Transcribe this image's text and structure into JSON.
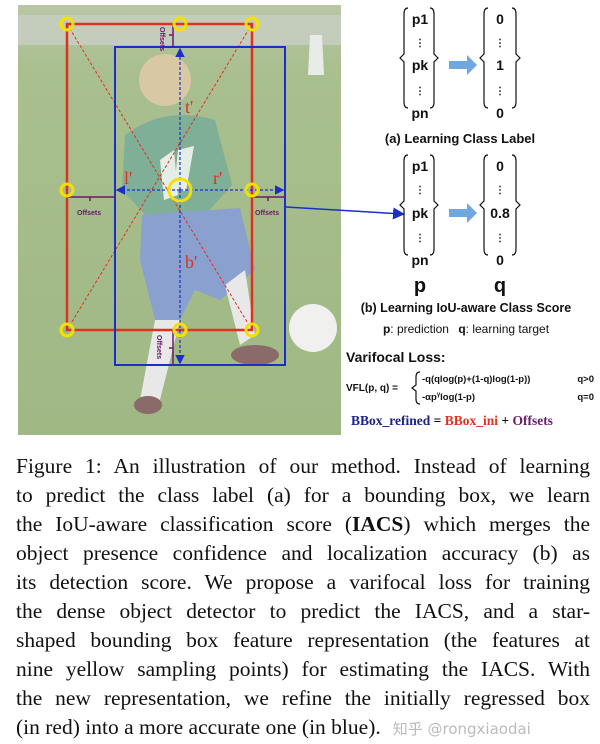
{
  "figure": {
    "photo_labels": {
      "top": "t'",
      "left": "l'",
      "right": "r'",
      "bottom": "b'",
      "offsets": "Offsets"
    },
    "panel_a": {
      "pred": [
        "p1",
        "⋮",
        "pk",
        "⋮",
        "pn"
      ],
      "target": [
        "0",
        "⋮",
        "1",
        "⋮",
        "0"
      ],
      "caption": "(a) Learning Class Label"
    },
    "panel_b": {
      "pred": [
        "p1",
        "⋮",
        "pk",
        "⋮",
        "pn"
      ],
      "target": [
        "0",
        "⋮",
        "0.8",
        "⋮",
        "0"
      ],
      "pred_label": "p",
      "target_label": "q",
      "caption": "(b) Learning IoU-aware Class Score",
      "legend_p": "p",
      "legend_p_text": ": prediction",
      "legend_q": "q",
      "legend_q_text": ": learning target"
    },
    "loss": {
      "title": "Varifocal Loss:",
      "lhs": "VFL(p, q) =",
      "case1": "-q(qlog(p)+(1-q)log(1-p))",
      "cond1": "q>0",
      "case2": "-αp",
      "case2_exp": "γ",
      "case2_rest": "log(1-p)",
      "cond2": "q=0"
    },
    "equation": {
      "refined": "BBox_refined",
      "eq": " = ",
      "ini": "BBox_ini",
      "plus": " + ",
      "offsets": "Offsets"
    },
    "colors": {
      "red": "#e0301e",
      "blue": "#1a2fc8",
      "yellow": "#f5e000",
      "purple": "#6a1a6a",
      "navy": "#1b1f8a",
      "arrow": "#6fa8dc"
    }
  },
  "caption": {
    "lines": [
      "Figure 1: An illustration of our method. Instead of learning",
      "to predict the class label (a) for a bounding box, we learn",
      [
        "the IoU-aware classification score (",
        "IACS",
        ") which merges the"
      ],
      "object presence confidence and localization accuracy (b) as",
      "its detection score. We propose a varifocal loss for training",
      "the dense object detector to predict the IACS, and a star-",
      "shaped bounding box feature representation (the features at",
      "nine yellow sampling points) for estimating the IACS. With",
      "the new representation, we refine the initially regressed box",
      "(in red) into a more accurate one (in blue)."
    ]
  },
  "watermark": "知乎 @rongxiaodai"
}
